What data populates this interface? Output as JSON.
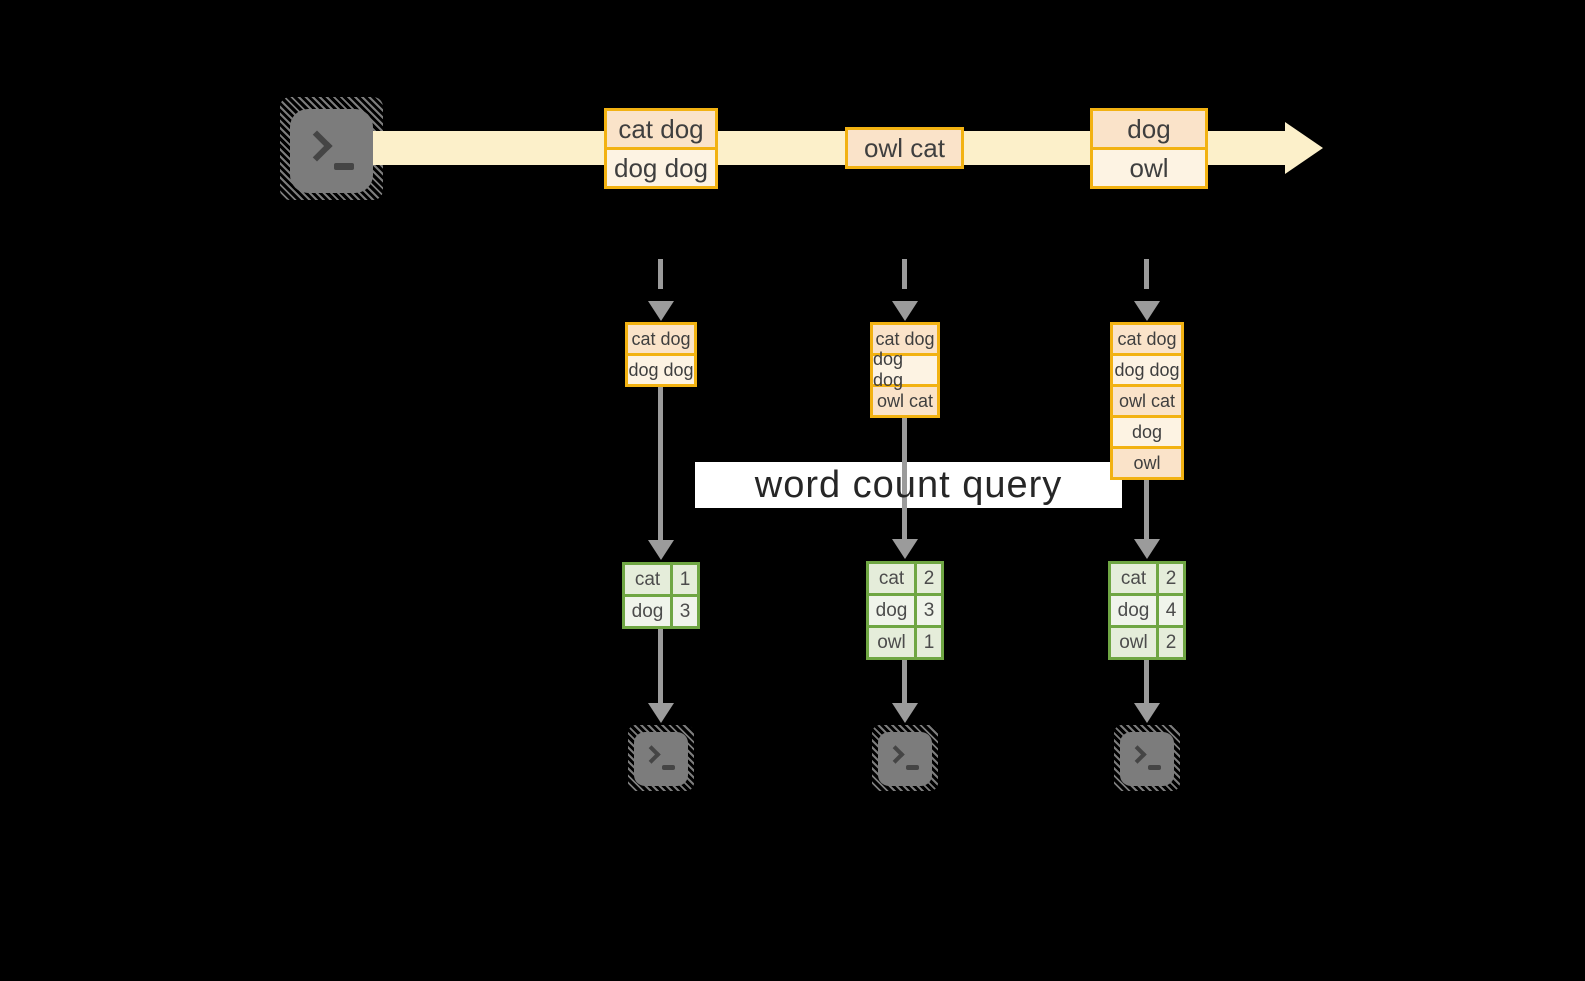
{
  "query_label": "word count query",
  "stream": {
    "events": [
      {
        "lines": [
          "cat dog",
          "dog dog"
        ]
      },
      {
        "lines": [
          "owl cat"
        ]
      },
      {
        "lines": [
          "dog",
          "owl"
        ]
      }
    ]
  },
  "columns": [
    {
      "state": [
        "cat dog",
        "dog dog"
      ],
      "counts": [
        {
          "word": "cat",
          "count": "1"
        },
        {
          "word": "dog",
          "count": "3"
        }
      ]
    },
    {
      "state": [
        "cat dog",
        "dog dog",
        "owl cat"
      ],
      "counts": [
        {
          "word": "cat",
          "count": "2"
        },
        {
          "word": "dog",
          "count": "3"
        },
        {
          "word": "owl",
          "count": "1"
        }
      ]
    },
    {
      "state": [
        "cat dog",
        "dog dog",
        "owl cat",
        "dog",
        "owl"
      ],
      "counts": [
        {
          "word": "cat",
          "count": "2"
        },
        {
          "word": "dog",
          "count": "4"
        },
        {
          "word": "owl",
          "count": "2"
        }
      ]
    }
  ],
  "icons": {
    "source": "terminal-icon",
    "sinks": [
      "terminal-icon",
      "terminal-icon",
      "terminal-icon"
    ],
    "stream_arrow": "right-arrow",
    "flow_arrow": "down-arrow"
  },
  "colors": {
    "background": "#000000",
    "stream_band": "#fcf0ca",
    "event_border": "#f2b212",
    "event_fill_peach": "#fae3c9",
    "event_fill_cream": "#fdf3e3",
    "table_border": "#6fa643",
    "table_fill_a": "#e5edda",
    "table_fill_b": "#f0f4eb",
    "arrow_gray": "#9b9b9b",
    "terminal_gray": "#7c7c7c",
    "query_band": "#ffffff"
  }
}
